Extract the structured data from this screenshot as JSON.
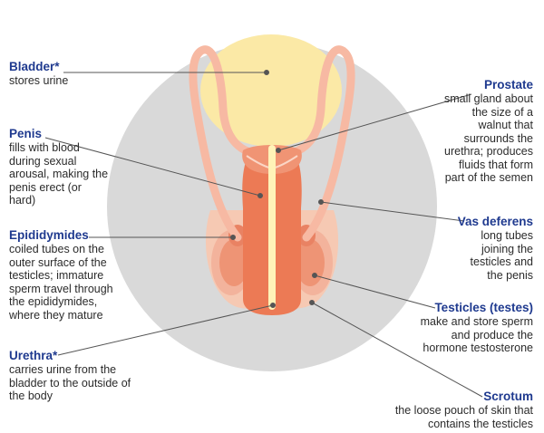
{
  "labels": {
    "bladder": {
      "title": "Bladder*",
      "desc": "stores urine"
    },
    "penis": {
      "title": "Penis",
      "desc": "fills with blood during sexual arousal, making the penis erect (or hard)"
    },
    "epididymides": {
      "title": "Epididymides",
      "desc": "coiled tubes on the outer surface of the testicles; immature sperm travel through the epididymides, where they mature"
    },
    "urethra": {
      "title": "Urethra*",
      "desc": "carries urine from the bladder to the outside of the body"
    },
    "prostate": {
      "title": "Prostate",
      "desc": "small gland about the size of a walnut that surrounds the urethra; produces fluids that form part of the semen"
    },
    "vas_deferens": {
      "title": "Vas deferens",
      "desc": "long tubes joining the testicles and the penis"
    },
    "testicles": {
      "title": "Testicles (testes)",
      "desc": "make and store sperm and produce the hormone testosterone"
    },
    "scrotum": {
      "title": "Scrotum",
      "desc": "the loose pouch of skin that contains the testicles"
    }
  },
  "colors": {
    "circle": "#d9d9d9",
    "bladder": "#fbe9a6",
    "tube": "#f7b9a3",
    "penis": "#ec7a55",
    "scrotum": "#f6c9b3",
    "testicle": "#ee9475",
    "urethra": "#fff3b8",
    "title": "#1f3a8f",
    "leader": "#555555"
  }
}
